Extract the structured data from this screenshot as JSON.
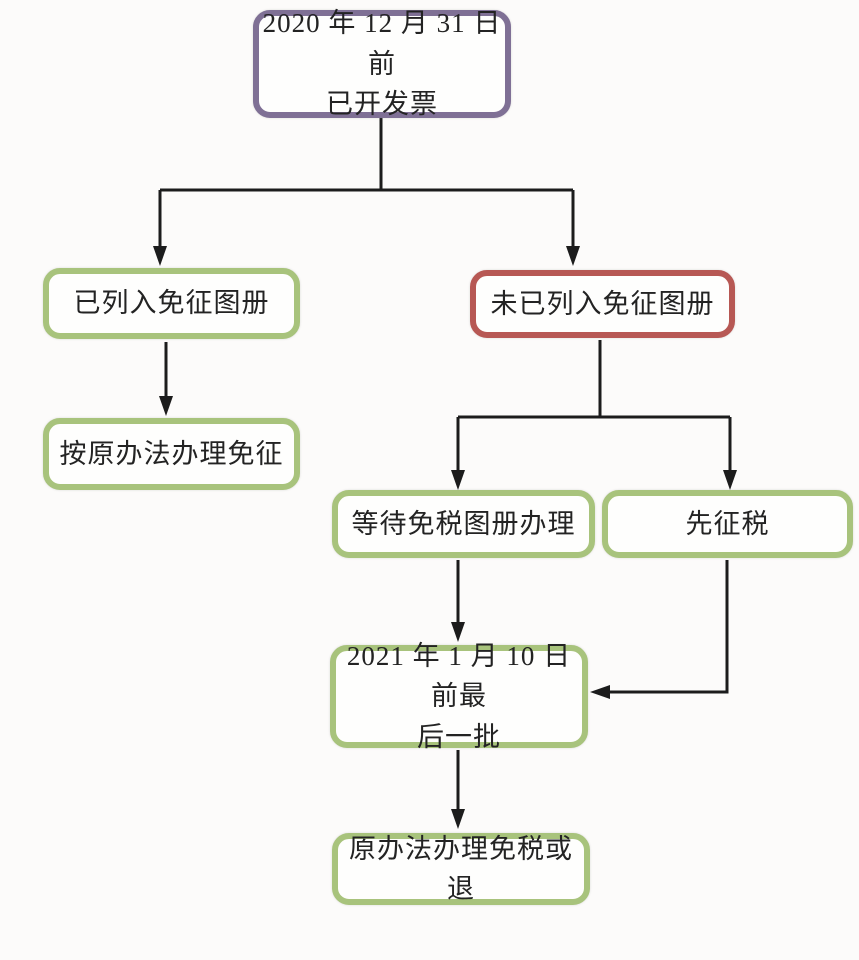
{
  "diagram": {
    "type": "flowchart",
    "nodes": {
      "root": {
        "label": "2020 年 12 月 31 日前\n已开发票"
      },
      "listed": {
        "label": "已列入免征图册"
      },
      "not_listed": {
        "label": "未已列入免征图册"
      },
      "original_exempt": {
        "label": "按原办法办理免征"
      },
      "wait_album": {
        "label": "等待免税图册办理"
      },
      "tax_first": {
        "label": "先征税"
      },
      "last_batch": {
        "label": "2021 年 1 月 10 日前最\n后一批"
      },
      "final": {
        "label": "原办法办理免税或退"
      }
    },
    "edges": [
      {
        "from": "root",
        "to": "listed"
      },
      {
        "from": "root",
        "to": "not_listed"
      },
      {
        "from": "listed",
        "to": "original_exempt"
      },
      {
        "from": "not_listed",
        "to": "wait_album"
      },
      {
        "from": "not_listed",
        "to": "tax_first"
      },
      {
        "from": "wait_album",
        "to": "last_batch"
      },
      {
        "from": "tax_first",
        "to": "last_batch"
      },
      {
        "from": "last_batch",
        "to": "final"
      }
    ],
    "colors": {
      "purple_border": "#7f7095",
      "green_border": "#a8c37c",
      "red_border": "#b75854",
      "line": "#1c1c1c",
      "box_fill": "#fefefd",
      "background": "#fcfbfa",
      "text": "#232323"
    }
  }
}
